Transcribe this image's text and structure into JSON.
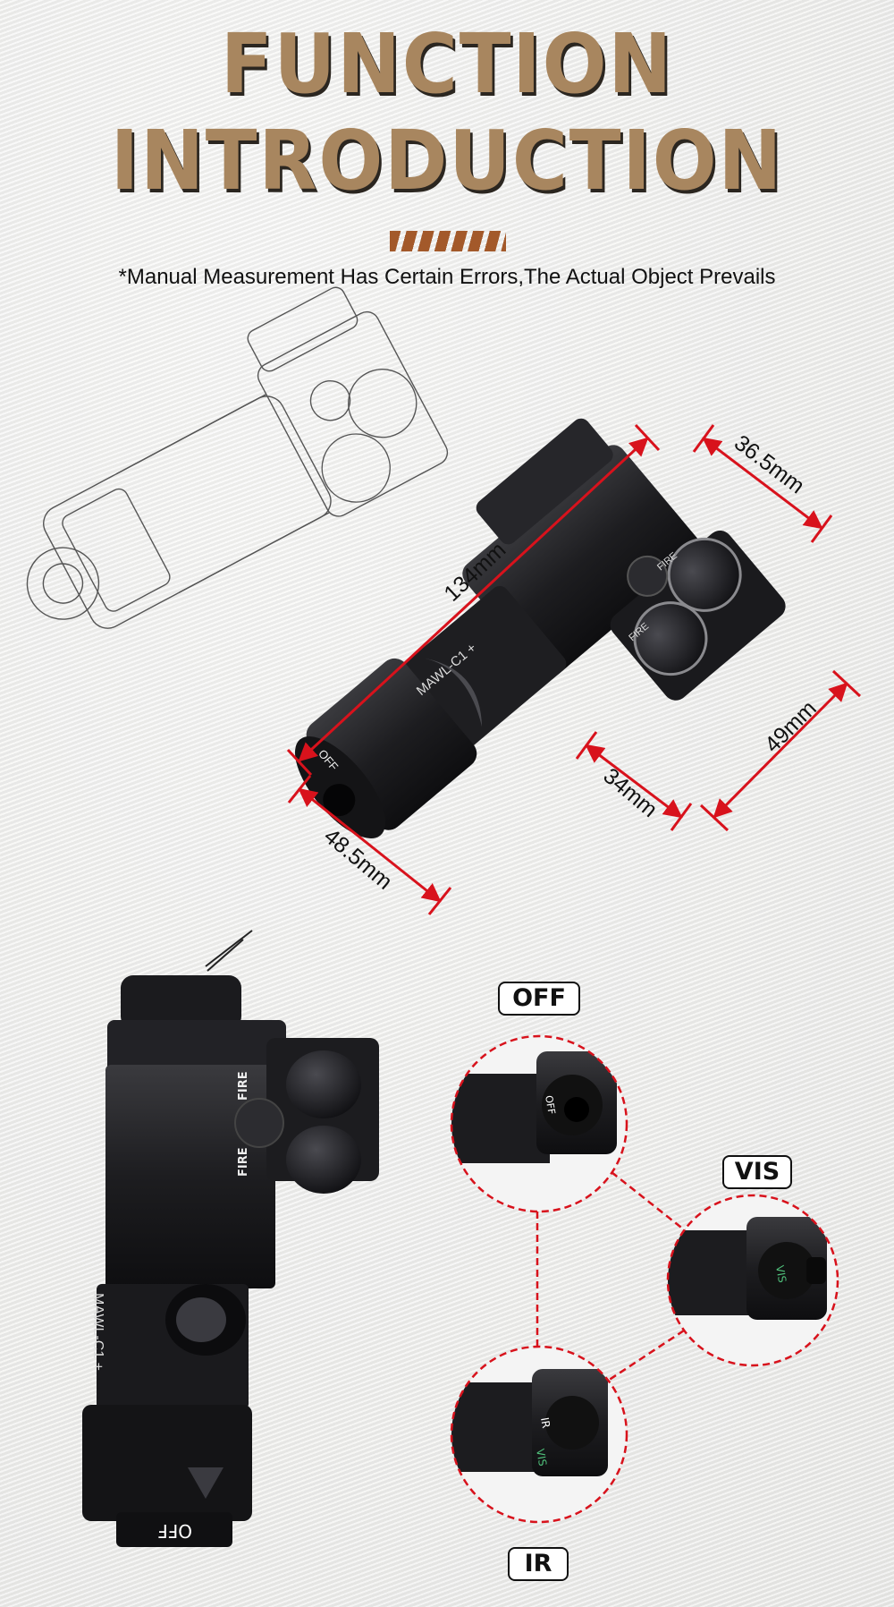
{
  "header": {
    "title_line1": "FUNCTION",
    "title_line2": "INTRODUCTION",
    "subtitle": "*Manual Measurement Has Certain Errors,The Actual Object Prevails"
  },
  "dimensions": {
    "length": "134mm",
    "top_width": "36.5mm",
    "pad_height": "49mm",
    "rail_width": "34mm",
    "head_width": "48.5mm"
  },
  "device_labels": {
    "model": "MAWL-C1 +",
    "fire": "FIRE",
    "off": "OFF",
    "vis": "VIS",
    "ir": "IR"
  },
  "modes": {
    "off": "OFF",
    "vis": "VIS",
    "ir": "IR"
  },
  "colors": {
    "title": "#a8865f",
    "stripes": "#a3592a",
    "dimension_line": "#d8121c",
    "device": "#1c1c1e"
  }
}
